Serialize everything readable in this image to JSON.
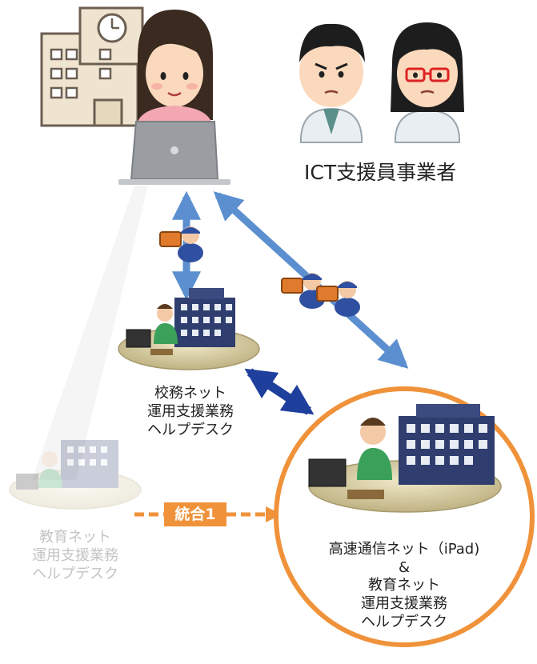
{
  "labels": {
    "ict_vendor": "ICT支援員事業者",
    "school_helpdesk": "校務ネット\n運用支援業務\nヘルプデスク",
    "edu_helpdesk": "教育ネット\n運用支援業務\nヘルプデスク",
    "integration_tag": "統合1",
    "merged_helpdesk": "高速通信ネット（iPad)\n&\n教育ネット\n運用支援業務\nヘルプデスク"
  },
  "colors": {
    "arrow_light_blue": "#5b8fd0",
    "arrow_dark_blue": "#1f3f9c",
    "integration_orange": "#f0923a",
    "circle_orange": "#f0923a",
    "building_navy": "#2f3e6e",
    "platform_tan": "#d8cfa8"
  },
  "icons": [
    "school-building-icon",
    "teacher-with-laptop-icon",
    "support-staff-male-icon",
    "support-staff-female-icon",
    "technician-icon",
    "helpdesk-operator-icon",
    "office-building-icon"
  ]
}
